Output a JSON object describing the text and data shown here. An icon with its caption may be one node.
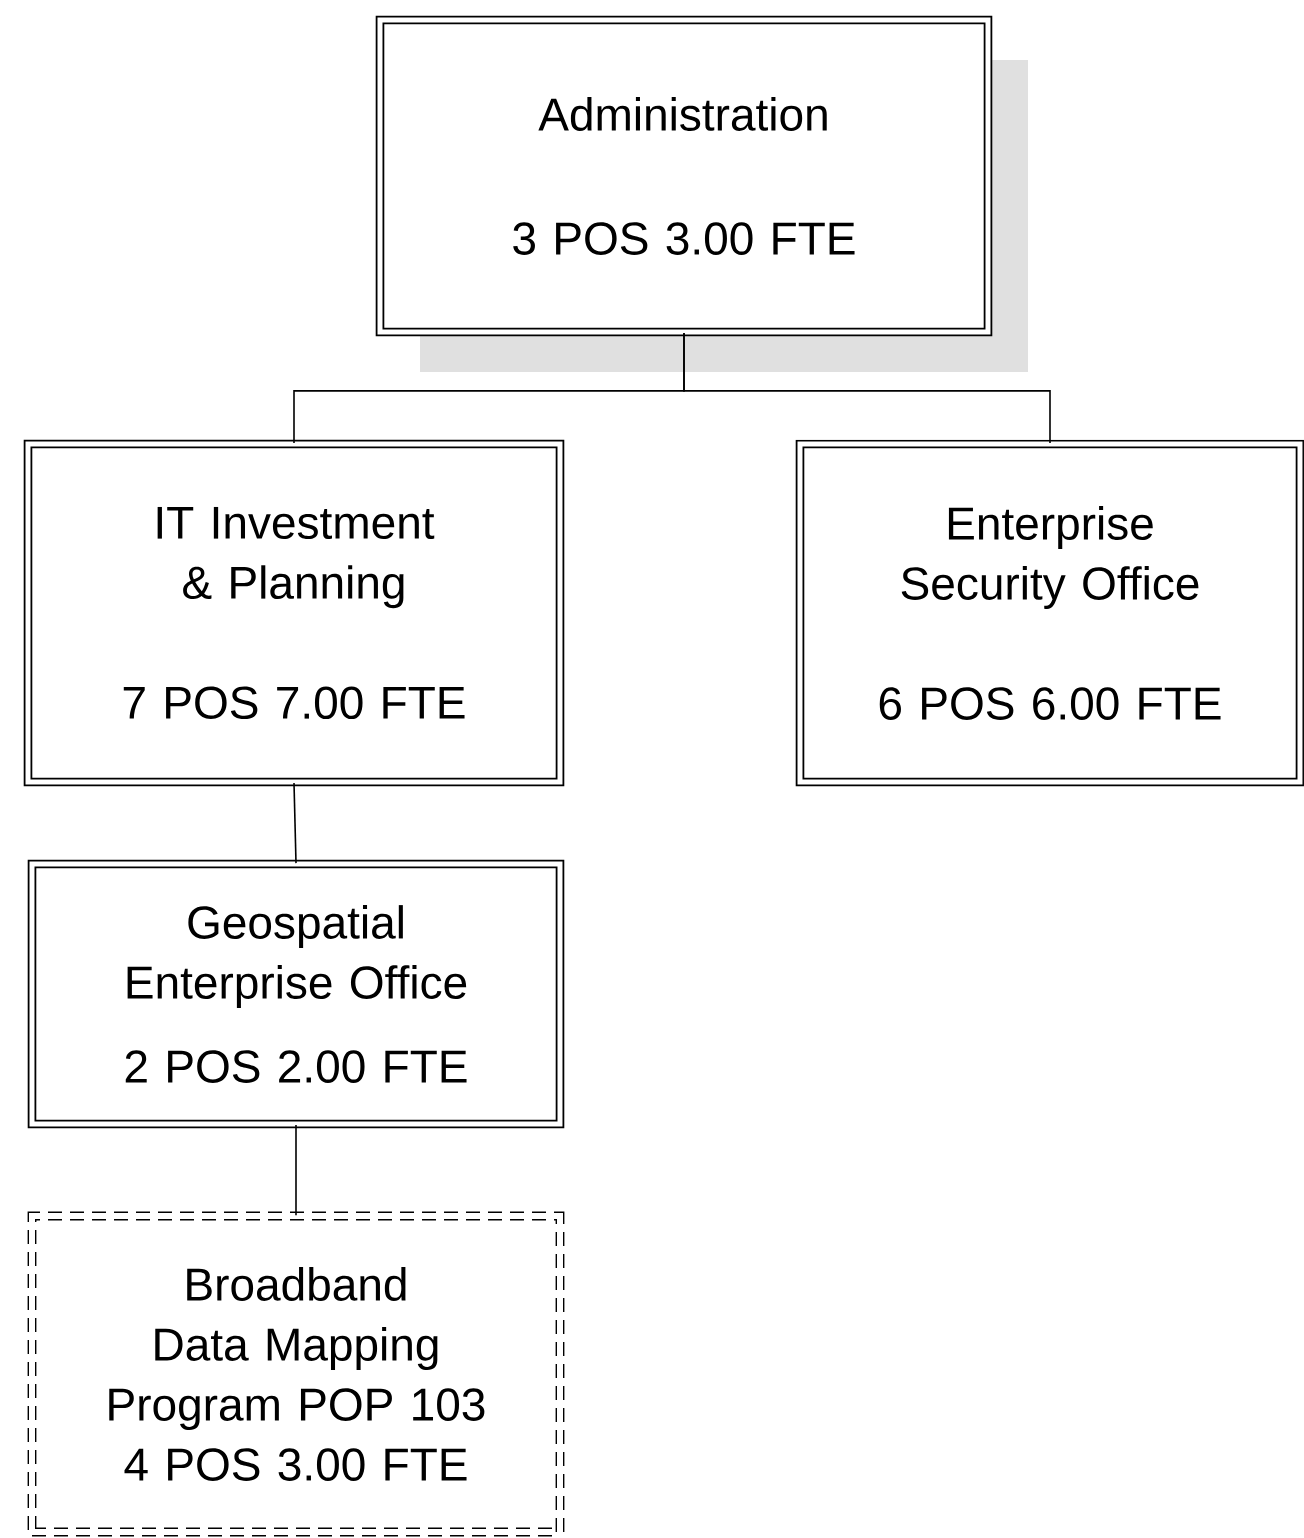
{
  "diagram": {
    "nodes": [
      {
        "text": [
          "Administration",
          "3 POS 3.00 FTE"
        ]
      },
      {
        "text": [
          "IT Investment & Planning",
          "7 POS 7.00 FTE"
        ]
      },
      {
        "text": [
          "Enterprise Security Office",
          "6 POS 6.00 FTE"
        ]
      },
      {
        "text": [
          "Geospatial Enterprise Office",
          "2 POS 2.00 FTE"
        ]
      },
      {
        "text": [
          "Broadband Data Mapping Program POP 103",
          "4 POS 3.00 FTE"
        ]
      }
    ],
    "edges": [
      {
        "from": 0,
        "to": 1,
        "arrow": "none"
      },
      {
        "from": 0,
        "to": 2,
        "arrow": "none"
      },
      {
        "from": 1,
        "to": 3,
        "arrow": "none"
      },
      {
        "from": 3,
        "to": 4,
        "arrow": "none"
      }
    ]
  }
}
